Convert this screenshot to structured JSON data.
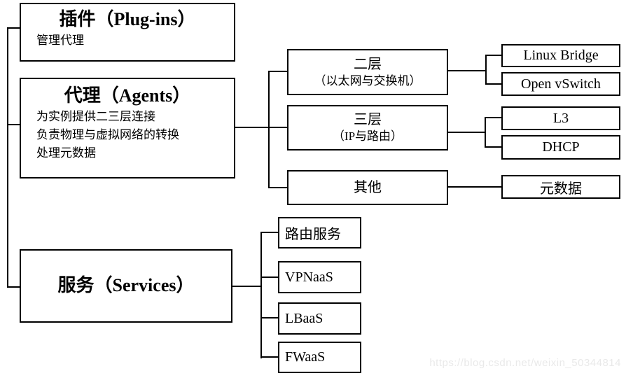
{
  "watermark": "https://blog.csdn.net/weixin_50344814",
  "nodes": {
    "plugins": {
      "title": "插件（Plug-ins）",
      "subtitle": "管理代理"
    },
    "agents": {
      "title": "代理（Agents）",
      "lines": [
        "为实例提供二三层连接",
        "负责物理与虚拟网络的转换",
        "处理元数据"
      ]
    },
    "services": {
      "title": "服务（Services）"
    },
    "layer2": {
      "title": "二层",
      "subtitle": "（以太网与交换机）"
    },
    "layer3": {
      "title": "三层",
      "subtitle": "（IP与路由）"
    },
    "other": {
      "title": "其他"
    },
    "linux_bridge": {
      "label": "Linux Bridge"
    },
    "open_vswitch": {
      "label": "Open vSwitch"
    },
    "l3": {
      "label": "L3"
    },
    "dhcp": {
      "label": "DHCP"
    },
    "metadata": {
      "label": "元数据"
    },
    "routing": {
      "label": "路由服务"
    },
    "vpnaas": {
      "label": "VPNaaS"
    },
    "lbaas": {
      "label": "LBaaS"
    },
    "fwaas": {
      "label": "FWaaS"
    }
  }
}
